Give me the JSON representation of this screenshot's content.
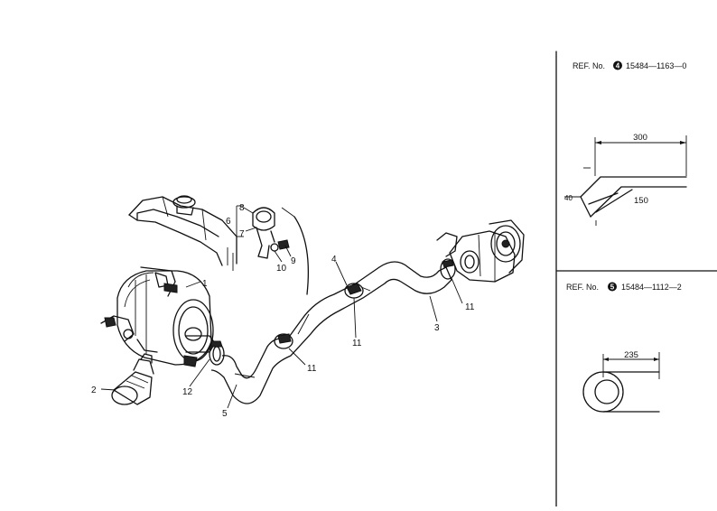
{
  "callouts": {
    "c1": "1",
    "c2": "2",
    "c3": "3",
    "c4": "4",
    "c5": "5",
    "c6": "6",
    "c7": "7",
    "c8": "8",
    "c9": "9",
    "c10": "10",
    "c11a": "11",
    "c11b": "11",
    "c11c": "11",
    "c12": "12"
  },
  "ref4": {
    "prefix": "REF.  No.",
    "circled": "4",
    "part": "15484—1163—0",
    "dim_length": "300",
    "dim_height": "150",
    "dim_side": "40"
  },
  "ref5": {
    "prefix": "REF.  No.",
    "circled": "5",
    "part": "15484—1112—2",
    "dim_length": "235"
  }
}
